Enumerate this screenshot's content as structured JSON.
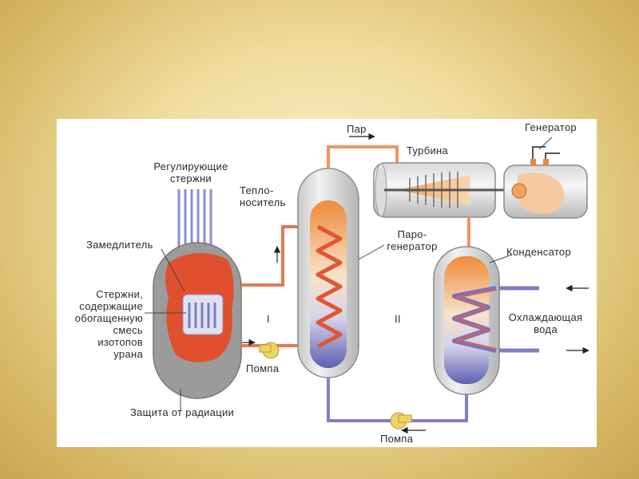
{
  "diagram": {
    "labels": {
      "steam": "Пар",
      "turbine": "Турбина",
      "generator": "Генератор",
      "control_rods_1": "Регулирующие",
      "control_rods_2": "стержни",
      "coolant_1": "Тепло-",
      "coolant_2": "носитель",
      "moderator": "Замедлитель",
      "steam_gen_1": "Паро-",
      "steam_gen_2": "генератор",
      "condenser": "Конденсатор",
      "fuel_rods_1": "Стержни,",
      "fuel_rods_2": "содержащие",
      "fuel_rods_3": "обогащенную",
      "fuel_rods_4": "смесь",
      "fuel_rods_5": "изотопов",
      "fuel_rods_6": "урана",
      "cooling_water_1": "Охлаждающая",
      "cooling_water_2": "вода",
      "circuit_1": "I",
      "circuit_2": "II",
      "pump_1": "Помпа",
      "pump_2": "Помпа",
      "radiation_shield": "Защита от радиации"
    },
    "colors": {
      "primary_loop": "#e07a55",
      "secondary_loop": "#7f7fc2",
      "core_red": "#e0502e",
      "vessel_gray": "#9a9a9a",
      "steam_orange": "#f2a15a",
      "pump_yellow": "#f0d264"
    }
  }
}
